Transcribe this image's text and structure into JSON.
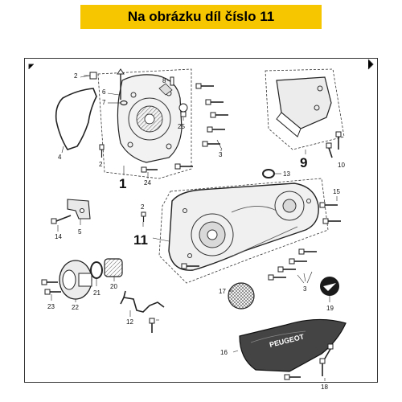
{
  "banner": {
    "text": "Na obrázku díl číslo 11",
    "color": "#f6c600"
  },
  "diagram": {
    "brand_text": "PEUGEOT",
    "labels": {
      "p1": "1",
      "p2a": "2",
      "p2b": "2",
      "p2c": "2",
      "p3a": "3",
      "p3b": "3",
      "p4": "4",
      "p5": "5",
      "p6": "6",
      "p7": "7",
      "p8": "8",
      "p9": "9",
      "p10": "10",
      "p11": "11",
      "p12": "12",
      "p13": "13",
      "p14": "14",
      "p15": "15",
      "p16": "16",
      "p17": "17",
      "p18": "18",
      "p19": "19",
      "p20": "20",
      "p21": "21",
      "p22": "22",
      "p23": "23",
      "p24": "24",
      "p25": "25"
    }
  }
}
